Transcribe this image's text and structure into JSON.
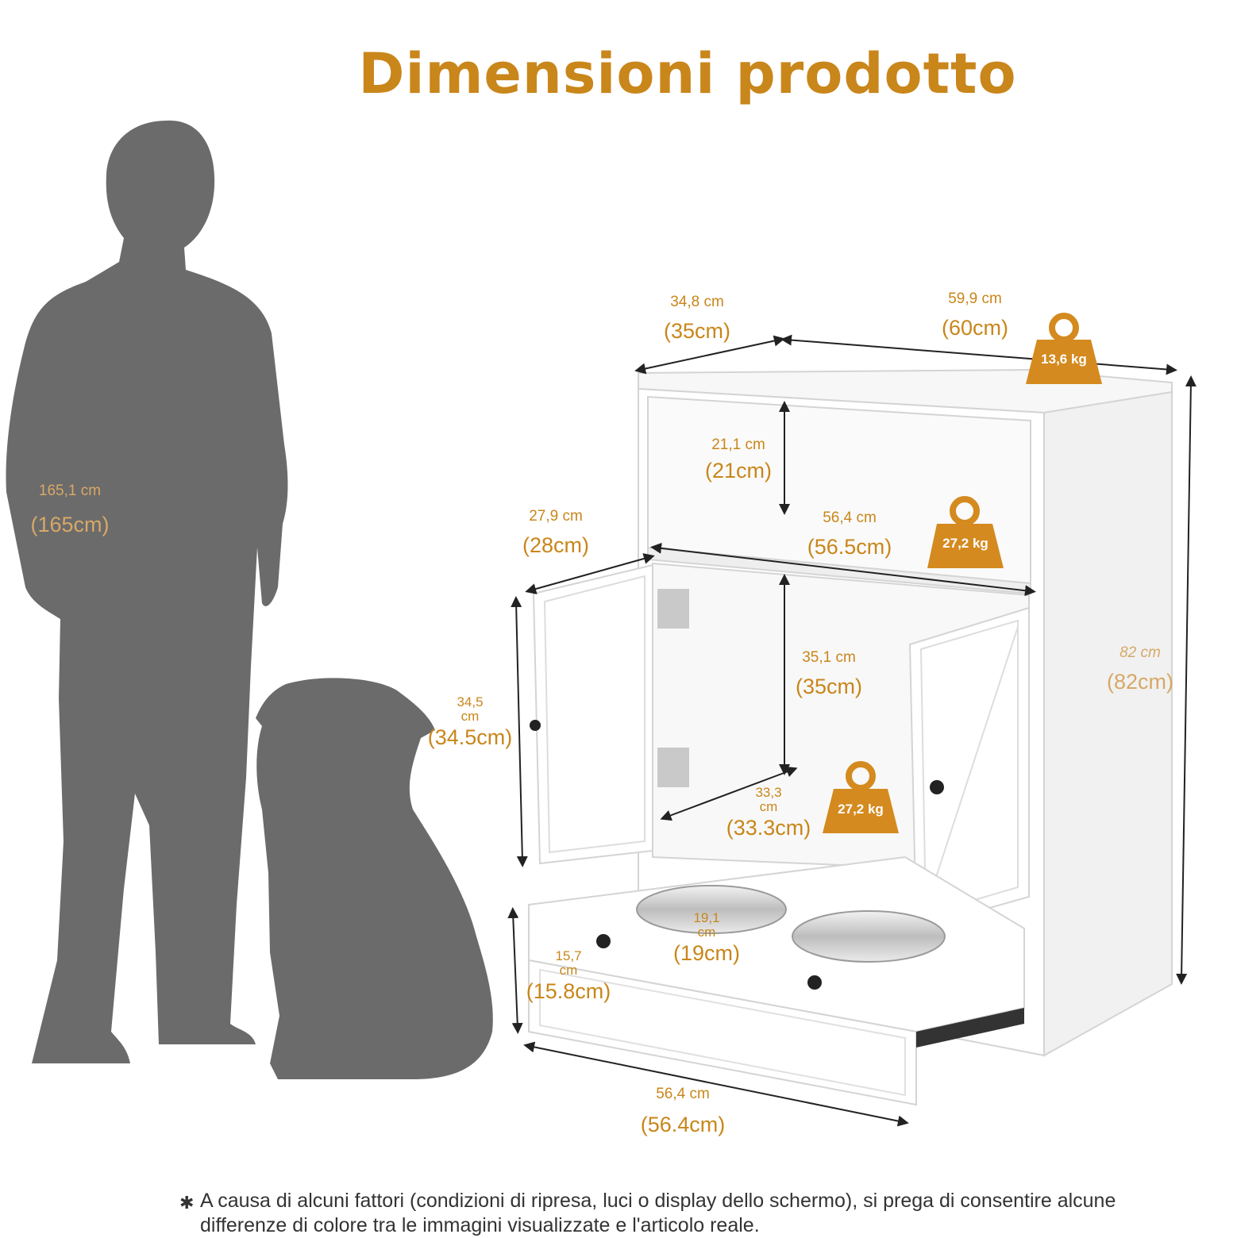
{
  "title": "Dimensioni prodotto",
  "person": {
    "height_cm": "165,1 cm",
    "height_round": "(165cm)"
  },
  "cabinet": {
    "depth_top": {
      "cm": "34,8 cm",
      "round": "(35cm)"
    },
    "width_top": {
      "cm": "59,9 cm",
      "round": "(60cm)"
    },
    "shelf_height": {
      "cm": "21,1 cm",
      "round": "(21cm)"
    },
    "door_depth": {
      "cm": "27,9 cm",
      "round": "(28cm)"
    },
    "shelf_width": {
      "cm": "56,4 cm",
      "round": "(56.5cm)"
    },
    "compartment_height": {
      "cm": "35,1 cm",
      "round": "(35cm)"
    },
    "total_height": {
      "cm": "82 cm",
      "round": "(82cm)"
    },
    "door_height": {
      "cm": "34,5 cm",
      "round": "(34.5cm)"
    },
    "inner_depth": {
      "cm": "33,3 cm",
      "round": "(33.3cm)"
    },
    "bowl_diameter": {
      "cm": "19,1 cm",
      "round": "(19cm)"
    },
    "drawer_height": {
      "cm": "15,7 cm",
      "round": "(15.8cm)"
    },
    "drawer_width": {
      "cm": "56,4 cm",
      "round": "(56.4cm)"
    }
  },
  "weights": {
    "top": "13,6 kg",
    "shelf": "27,2 kg",
    "compartment": "27,2 kg"
  },
  "note": {
    "line1": "A causa di alcuni fattori (condizioni di ripresa, luci o display dello schermo), si prega di consentire alcune",
    "line2": "differenze di colore tra le immagini visualizzate e l'articolo reale."
  },
  "colors": {
    "accent": "#c9861a",
    "silhouette": "#6b6b6b",
    "cabinet": "#ffffff"
  }
}
